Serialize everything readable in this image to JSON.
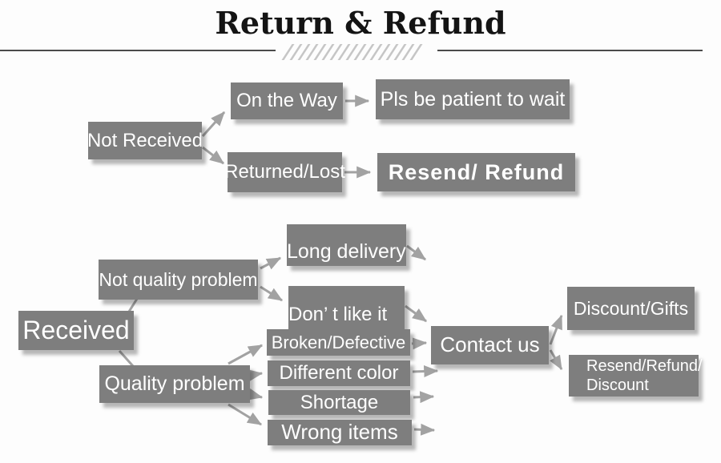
{
  "title": "Return & Refund",
  "colors": {
    "bg": "#fdfdfd",
    "box": "#7e7e7e",
    "node_text": "#ffffff",
    "arrow": "#a2a2a2",
    "title": "#141414",
    "divider": "#4b4b4b",
    "hatch": "#c6c6c6"
  },
  "nodes": {
    "not_received": "Not Received",
    "on_the_way": "On the Way",
    "pls_be_patient": "Pls be patient to wait",
    "returned_lost": "Returned/Lost",
    "resend_refund": "Resend/ Refund",
    "received": "Received",
    "not_quality_problem": "Not quality problem",
    "long_delivery": "Long delivery",
    "dont_like_it": "Don’ t like it",
    "quality_problem": "Quality problem",
    "broken_defective": "Broken/Defective",
    "different_color": "Different color",
    "shortage": "Shortage",
    "wrong_items": "Wrong items",
    "contact_us": "Contact us",
    "discount_gifts": "Discount/Gifts",
    "resend_refund_discount": "Resend/Refund/\nDiscount"
  },
  "edges": [
    {
      "from": "not_received",
      "to": "on_the_way",
      "arrow": true
    },
    {
      "from": "not_received",
      "to": "returned_lost",
      "arrow": true
    },
    {
      "from": "on_the_way",
      "to": "pls_be_patient",
      "arrow": true
    },
    {
      "from": "returned_lost",
      "to": "resend_refund",
      "arrow": true
    },
    {
      "from": "received",
      "to": "not_quality_problem",
      "arrow": false
    },
    {
      "from": "received",
      "to": "quality_problem",
      "arrow": false
    },
    {
      "from": "not_quality_problem",
      "to": "long_delivery",
      "arrow": true
    },
    {
      "from": "not_quality_problem",
      "to": "dont_like_it",
      "arrow": true
    },
    {
      "from": "long_delivery",
      "to": "",
      "arrow": true
    },
    {
      "from": "dont_like_it",
      "to": "contact_us",
      "arrow": true
    },
    {
      "from": "quality_problem",
      "to": "broken_defective",
      "arrow": true
    },
    {
      "from": "quality_problem",
      "to": "different_color",
      "arrow": true
    },
    {
      "from": "quality_problem",
      "to": "shortage",
      "arrow": true
    },
    {
      "from": "quality_problem",
      "to": "wrong_items",
      "arrow": true
    },
    {
      "from": "broken_defective",
      "to": "contact_us",
      "arrow": true
    },
    {
      "from": "different_color",
      "to": "contact_us",
      "arrow": true
    },
    {
      "from": "shortage",
      "to": "contact_us",
      "arrow": true
    },
    {
      "from": "wrong_items",
      "to": "contact_us",
      "arrow": true
    },
    {
      "from": "contact_us",
      "to": "discount_gifts",
      "arrow": true
    },
    {
      "from": "contact_us",
      "to": "resend_refund_discount",
      "arrow": true
    }
  ],
  "hatch_count": 17
}
